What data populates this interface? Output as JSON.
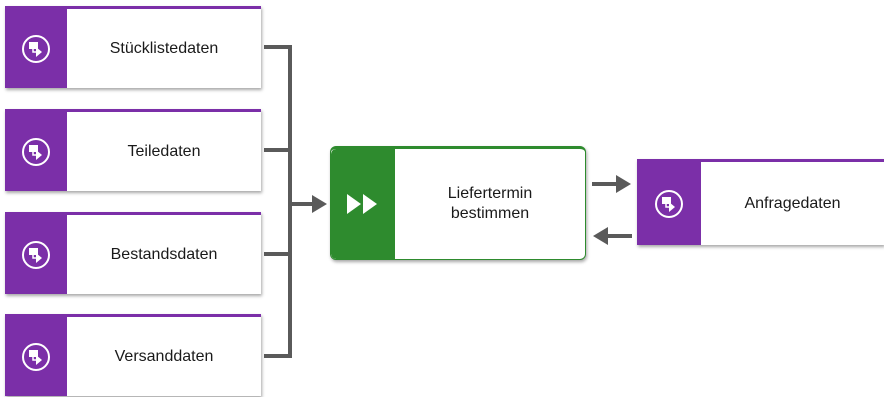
{
  "colors": {
    "data_accent": "#7b2fa8",
    "function_accent": "#2e8b2e",
    "connector": "#5a5a5a"
  },
  "data_objects": [
    {
      "label": "Stücklistedaten",
      "icon": "data-object-icon"
    },
    {
      "label": "Teiledaten",
      "icon": "data-object-icon"
    },
    {
      "label": "Bestandsdaten",
      "icon": "data-object-icon"
    },
    {
      "label": "Versanddaten",
      "icon": "data-object-icon"
    }
  ],
  "function": {
    "label_line1": "Liefertermin",
    "label_line2": "bestimmen",
    "icon": "fast-forward-icon"
  },
  "output": {
    "label": "Anfragedaten",
    "icon": "data-object-icon"
  }
}
